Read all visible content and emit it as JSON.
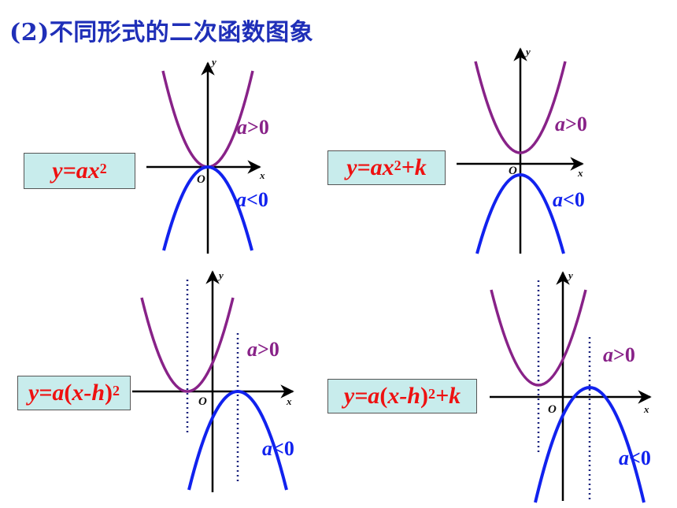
{
  "title": "(2)不同形式的二次函数图象",
  "panels": [
    {
      "id": "p1",
      "formula": [
        "y=ax",
        "2",
        "",
        "",
        "",
        "",
        ""
      ],
      "axis_x": "x",
      "axis_y": "y",
      "origin": "O",
      "label_pos": [
        "a",
        ">0"
      ],
      "label_neg": [
        "a",
        "<0"
      ],
      "h": 0,
      "k": 0,
      "shows_h": false
    },
    {
      "id": "p2",
      "formula": [
        "y=ax",
        "2",
        "+k",
        "",
        "",
        "",
        ""
      ],
      "axis_x": "x",
      "axis_y": "y",
      "origin": "O",
      "label_pos": [
        "a",
        ">0"
      ],
      "label_neg": [
        "a",
        "<0"
      ],
      "h": 0,
      "k": 0.7,
      "shows_h": false
    },
    {
      "id": "p3",
      "formula": [
        "y=a",
        "(",
        "x-h",
        ")",
        "2",
        "",
        ""
      ],
      "axis_x": "x",
      "axis_y": "y",
      "origin": "O",
      "label_pos": [
        "a",
        ">0"
      ],
      "label_neg": [
        "a",
        "<0"
      ],
      "h": 1.0,
      "k": 0,
      "shows_h": true
    },
    {
      "id": "p4",
      "formula": [
        "y=a",
        "(",
        "x-h",
        ")",
        "2",
        "+k",
        ""
      ],
      "axis_x": "x",
      "axis_y": "y",
      "origin": "O",
      "label_pos": [
        "a",
        ">0"
      ],
      "label_neg": [
        "a",
        "<0"
      ],
      "h": 1.0,
      "k": 0.5,
      "shows_h": true
    }
  ],
  "colors": {
    "title": "#1f2fb8",
    "formula": "#ee1111",
    "formula_bg": "#c8ecec",
    "up_curve": "#882288",
    "down_curve": "#1122ee",
    "axis": "#000000",
    "dotted": "#1a237e"
  }
}
